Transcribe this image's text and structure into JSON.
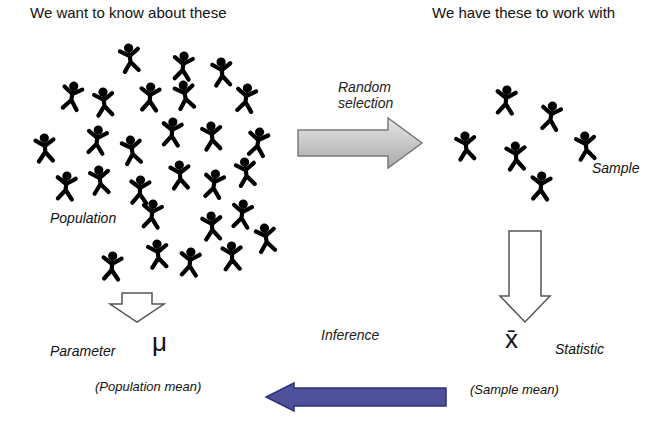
{
  "diagram": {
    "nodes": [
      {
        "text": [
          "We want to know about these",
          "Population"
        ]
      },
      {
        "text": [
          "We have these to work with",
          "Sample"
        ]
      },
      {
        "text": [
          "Parameter",
          "μ",
          "(Population mean)"
        ]
      },
      {
        "text": [
          "x̄",
          "Statistic",
          "(Sample mean)"
        ]
      }
    ],
    "edges": [
      {
        "from": 0,
        "to": 1,
        "arrow": "to",
        "label": "Random selection"
      },
      {
        "from": 0,
        "to": 2,
        "arrow": "to"
      },
      {
        "from": 1,
        "to": 3,
        "arrow": "to"
      },
      {
        "from": 3,
        "to": 2,
        "arrow": "to",
        "label": "Inference"
      }
    ]
  }
}
